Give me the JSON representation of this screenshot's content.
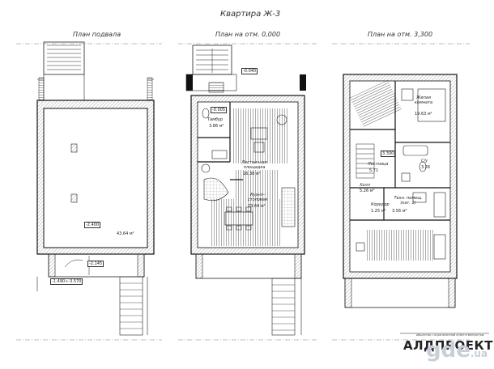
{
  "title": "Квартира Ж-3",
  "plans": {
    "basement": {
      "title": "План подвала",
      "elevation_floor": "-2.400",
      "elevation_entry": "-2.145",
      "elevation_bottom": "-1.490÷-3.570",
      "area": "43.64 м²"
    },
    "ground": {
      "title": "План на отм. 0,000",
      "elevation_porch": "-0.040",
      "elevation_vestibule": "-0.005",
      "vestibule_name": "Тамбур",
      "vestibule_area": "3.86 м²",
      "hall_name": "Лестничная площадка",
      "hall_area": "16.38 м²",
      "kitchen_name": "Кухня-столовая",
      "kitchen_area": "23.64 м²"
    },
    "upper": {
      "title": "План на отм. 3,300",
      "elevation": "3.300",
      "living_name": "Жилая комната",
      "living_area": "19.63 м²",
      "stair_name": "Лестница",
      "stair_area": "5.71",
      "bath_name": "С/у",
      "bath_area": "3.26",
      "hall_name": "Холл",
      "hall_area": "5.26 м²",
      "corridor_name": "Коридор",
      "corridor_area": "1.25 м²",
      "tech_name": "Техн. помещ. (кат. 1)",
      "tech_area": "3.56 м²"
    }
  },
  "brand": {
    "name": "АЛДПРОЕКТ",
    "tagline": "общество с ограниченной ответственностью"
  },
  "watermark": {
    "text": "gde",
    "suffix": ".ua"
  },
  "colors": {
    "line": "#222222",
    "wall": "#111111",
    "watermark": "#c8cfd8"
  }
}
